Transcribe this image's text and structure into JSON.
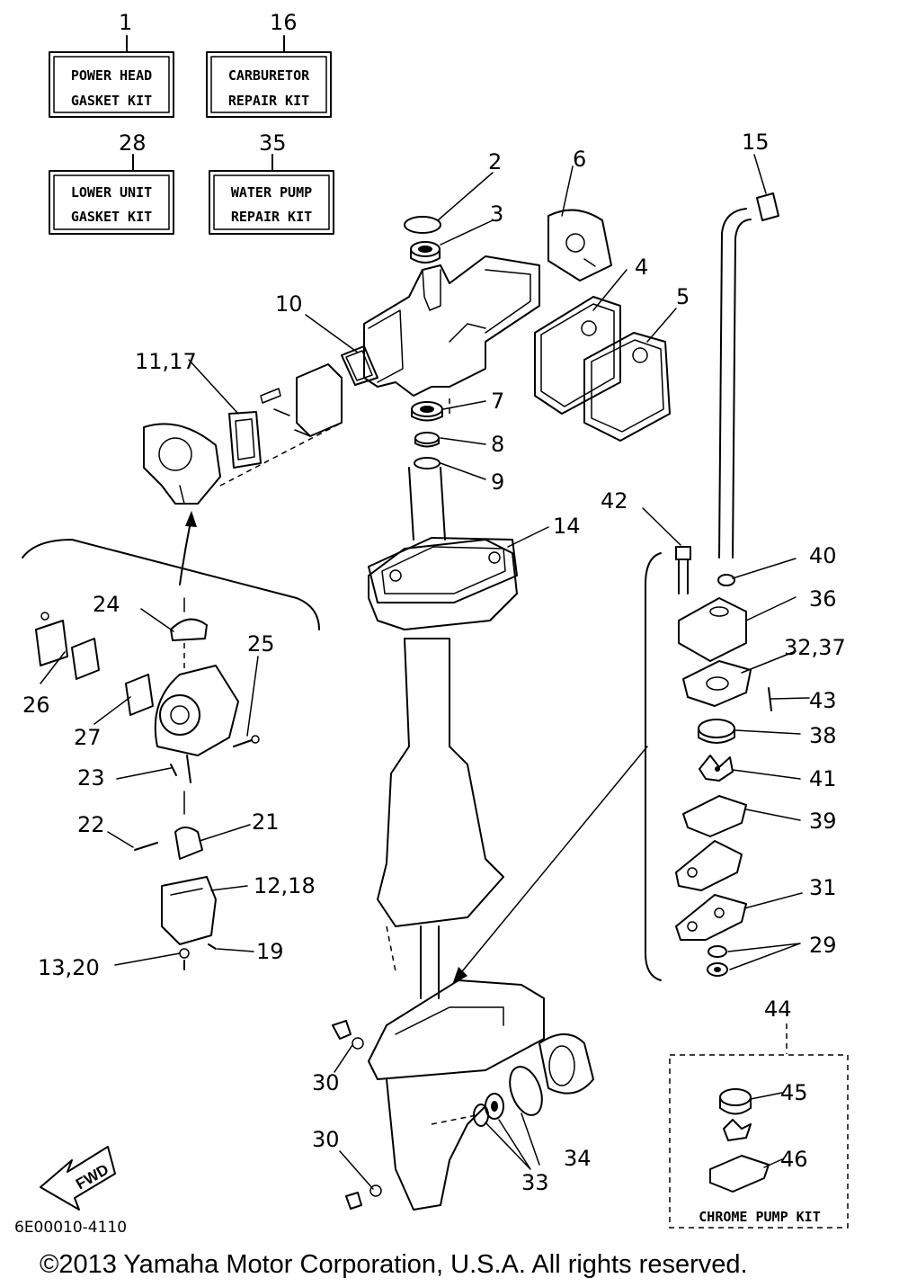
{
  "kits": [
    {
      "number": "1",
      "line1": "POWER HEAD",
      "line2": "GASKET KIT"
    },
    {
      "number": "16",
      "line1": "CARBURETOR",
      "line2": "REPAIR KIT"
    },
    {
      "number": "28",
      "line1": "LOWER UNIT",
      "line2": "GASKET KIT"
    },
    {
      "number": "35",
      "line1": "WATER PUMP",
      "line2": "REPAIR KIT"
    }
  ],
  "callouts": {
    "c2": "2",
    "c3": "3",
    "c4": "4",
    "c5": "5",
    "c6": "6",
    "c7": "7",
    "c8": "8",
    "c9": "9",
    "c10": "10",
    "c11_17": "11,17",
    "c12_18": "12,18",
    "c13_20": "13,20",
    "c14": "14",
    "c15": "15",
    "c19": "19",
    "c21": "21",
    "c22": "22",
    "c23": "23",
    "c24": "24",
    "c25": "25",
    "c26": "26",
    "c27": "27",
    "c29": "29",
    "c30a": "30",
    "c30b": "30",
    "c31": "31",
    "c32_37": "32,37",
    "c33": "33",
    "c34": "34",
    "c36": "36",
    "c38": "38",
    "c39": "39",
    "c40": "40",
    "c41": "41",
    "c42": "42",
    "c43": "43",
    "c44": "44",
    "c45": "45",
    "c46": "46"
  },
  "chrome_kit_label": "CHROME PUMP KIT",
  "fwd_label": "FWD",
  "diagram_code": "6E00010-4110",
  "copyright": "©2013 Yamaha Motor Corporation, U.S.A. All rights reserved."
}
